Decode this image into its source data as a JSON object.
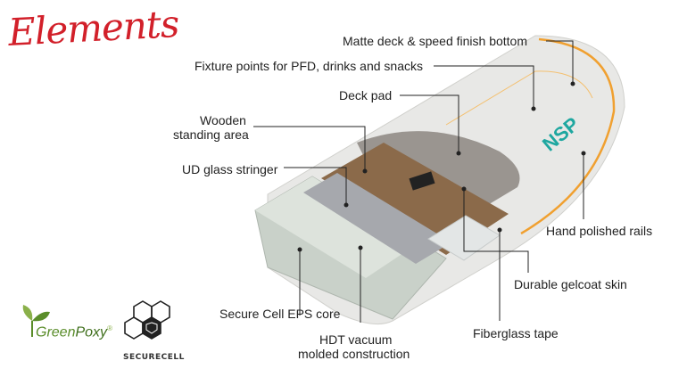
{
  "title": "Elements",
  "labels": {
    "matte": "Matte deck & speed finish bottom",
    "fixture": "Fixture points for PFD, drinks and snacks",
    "deckpad": "Deck pad",
    "wooden_1": "Wooden",
    "wooden_2": "standing area",
    "ud": "UD glass stringer",
    "rails": "Hand polished rails",
    "gelcoat": "Durable gelcoat skin",
    "eps": "Secure Cell EPS core",
    "fiber": "Fiberglass tape",
    "hdt_1": "HDT vacuum",
    "hdt_2": "molded construction"
  },
  "board_logo": "NSP",
  "logos": {
    "greenpoxy_green": "Green",
    "greenpoxy_poxy": "Poxy",
    "greenpoxy_reg": "®",
    "securecell": "SECURECELL"
  },
  "colors": {
    "title_red": "#d2202a",
    "rail_orange": "#f0a030",
    "nsp_teal": "#1ea7a0",
    "wood_brown": "#8b6a4a",
    "greenpoxy_green": "#5a8d2a"
  }
}
